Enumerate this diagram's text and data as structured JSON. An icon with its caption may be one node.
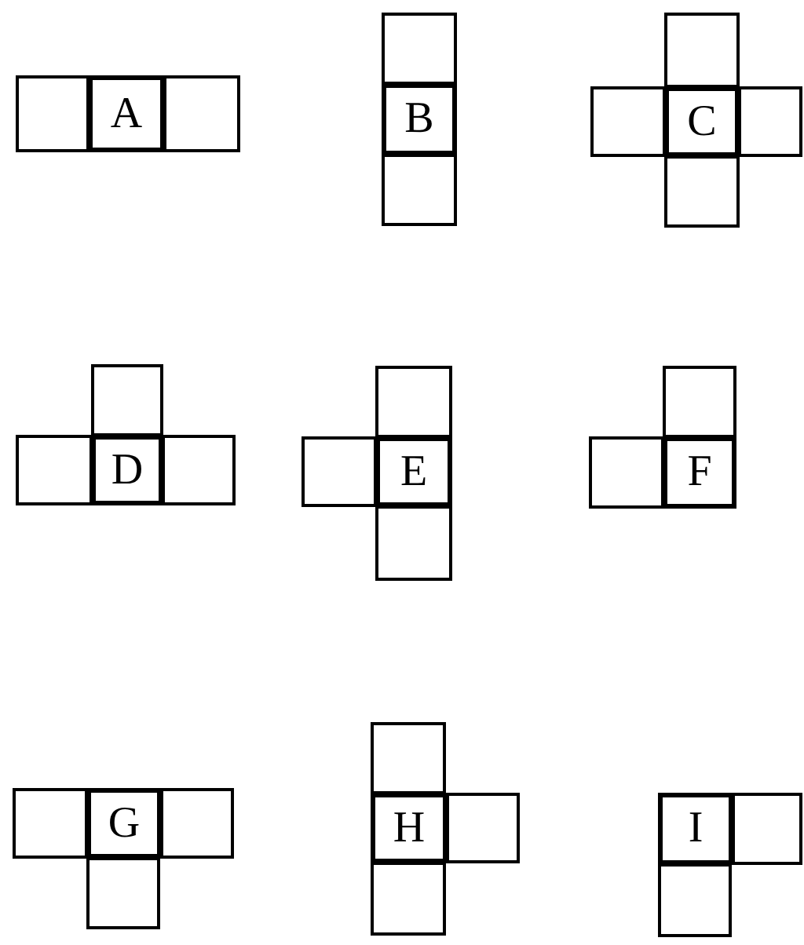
{
  "diagram": {
    "nodes": [
      {
        "text": [],
        "shape": "box"
      },
      {
        "text": [
          "A"
        ]
      },
      {
        "text": [],
        "shape": "box"
      },
      {
        "text": [],
        "shape": "box"
      },
      {
        "text": [
          "B"
        ]
      },
      {
        "text": [],
        "shape": "box"
      },
      {
        "text": [],
        "shape": "box"
      },
      {
        "text": [],
        "shape": "box"
      },
      {
        "text": [
          "C"
        ]
      },
      {
        "text": [],
        "shape": "box"
      },
      {
        "text": [],
        "shape": "box"
      },
      {
        "text": [],
        "shape": "box"
      },
      {
        "text": [],
        "shape": "box"
      },
      {
        "text": [
          "D"
        ]
      },
      {
        "text": [],
        "shape": "box"
      },
      {
        "text": [],
        "shape": "box"
      },
      {
        "text": [],
        "shape": "box"
      },
      {
        "text": [
          "E"
        ]
      },
      {
        "text": [],
        "shape": "box"
      },
      {
        "text": [],
        "shape": "box"
      },
      {
        "text": [],
        "shape": "box"
      },
      {
        "text": [
          "F"
        ]
      },
      {
        "text": [],
        "shape": "box"
      },
      {
        "text": [
          "G"
        ]
      },
      {
        "text": [],
        "shape": "box"
      },
      {
        "text": [],
        "shape": "box"
      },
      {
        "text": [],
        "shape": "box"
      },
      {
        "text": [
          "H"
        ]
      },
      {
        "text": [],
        "shape": "box"
      },
      {
        "text": [],
        "shape": "box"
      },
      {
        "text": [
          "I"
        ]
      },
      {
        "text": [],
        "shape": "box"
      },
      {
        "text": [],
        "shape": "box"
      }
    ]
  }
}
